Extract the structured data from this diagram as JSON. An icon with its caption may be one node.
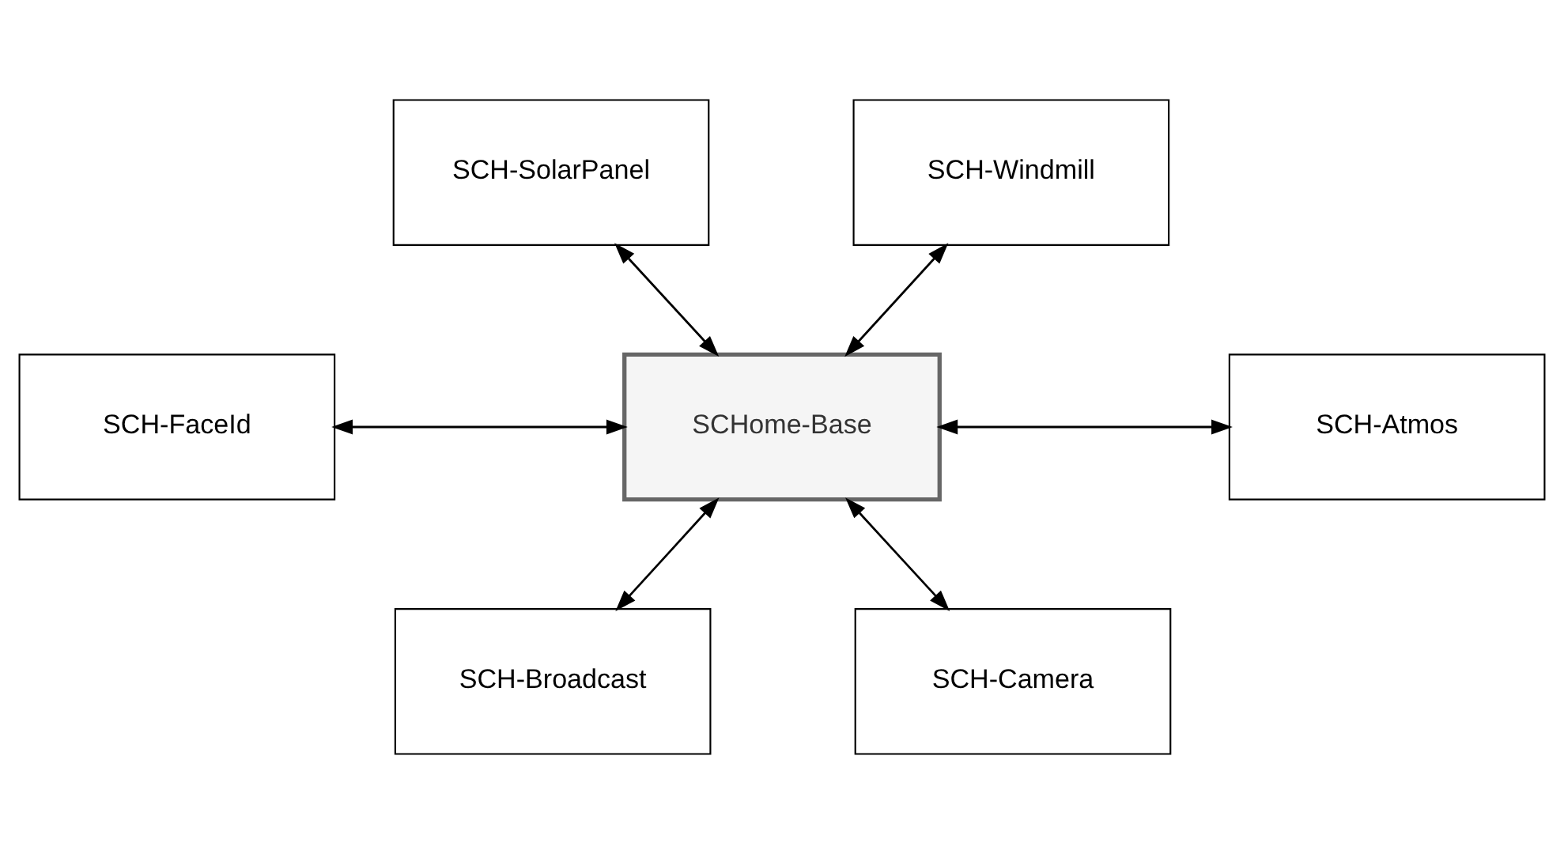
{
  "diagram": {
    "nodes": [
      {
        "text": [
          "SCH-SolarPanel"
        ]
      },
      {
        "text": [
          "SCH-Windmill"
        ]
      },
      {
        "text": [
          "SCH-FaceId"
        ]
      },
      {
        "text": [
          "SCHome-Base"
        ]
      },
      {
        "text": [
          "SCH-Atmos"
        ]
      },
      {
        "text": [
          "SCH-Broadcast"
        ]
      },
      {
        "text": [
          "SCH-Camera"
        ]
      }
    ],
    "edges": [
      {
        "from": 0,
        "to": 3,
        "arrow": "both"
      },
      {
        "from": 1,
        "to": 3,
        "arrow": "both"
      },
      {
        "from": 2,
        "to": 3,
        "arrow": "both"
      },
      {
        "from": 3,
        "to": 4,
        "arrow": "both"
      },
      {
        "from": 3,
        "to": 5,
        "arrow": "both"
      },
      {
        "from": 3,
        "to": 6,
        "arrow": "both"
      }
    ]
  }
}
